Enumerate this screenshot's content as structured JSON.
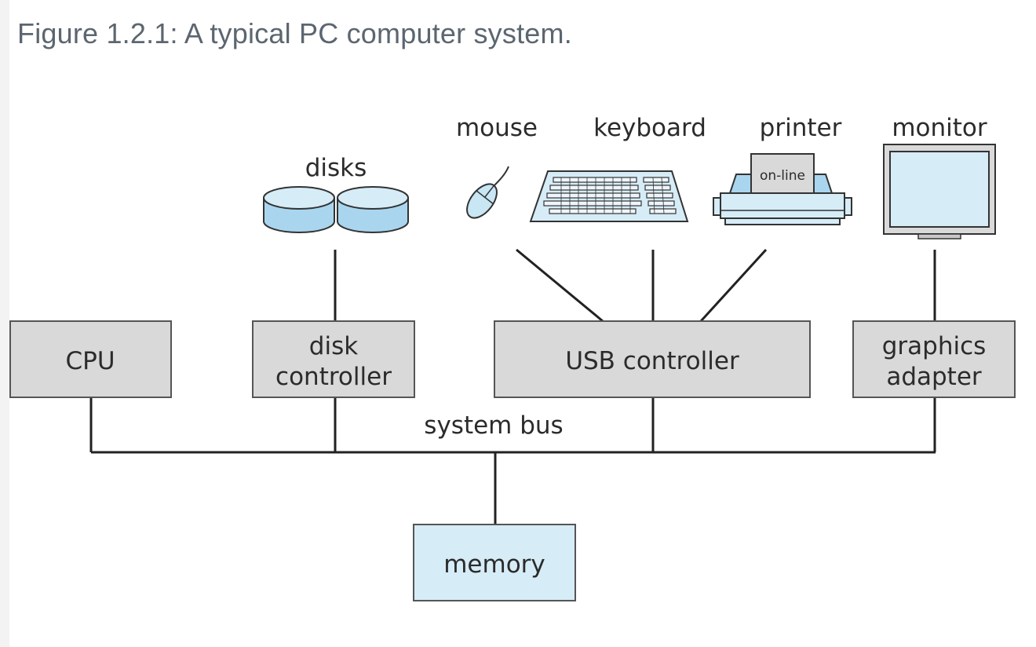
{
  "caption": "Figure 1.2.1: A typical PC computer system.",
  "devices": {
    "disks": "disks",
    "mouse": "mouse",
    "keyboard": "keyboard",
    "printer": "printer",
    "printer_display": "on-line",
    "monitor": "monitor"
  },
  "components": {
    "cpu": "CPU",
    "disk_controller_line1": "disk",
    "disk_controller_line2": "controller",
    "usb_controller": "USB controller",
    "graphics_adapter_line1": "graphics",
    "graphics_adapter_line2": "adapter",
    "memory": "memory"
  },
  "bus_label": "system bus",
  "colors": {
    "component_fill": "#d9d9d9",
    "memory_fill": "#d6ecf7",
    "device_blue": "#a9d6ee",
    "caption_text": "#5c6670"
  }
}
